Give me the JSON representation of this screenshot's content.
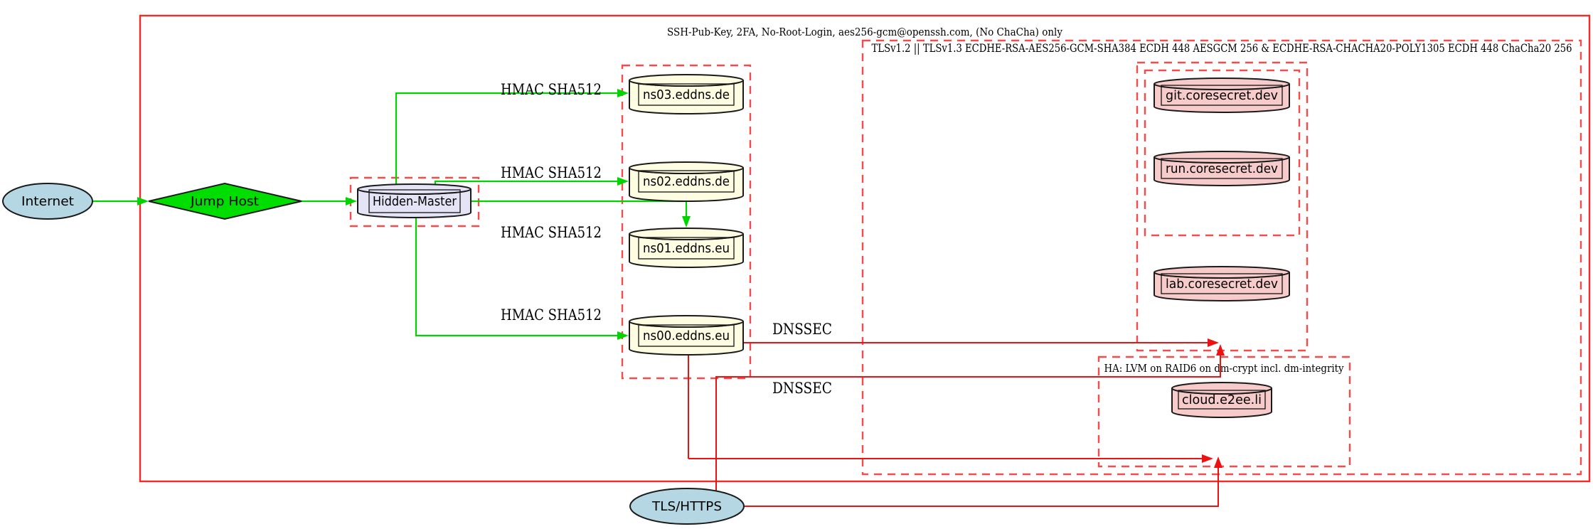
{
  "diagram": {
    "clusters": {
      "ssh": {
        "label": "SSH-Pub-Key, 2FA, No-Root-Login, aes256-gcm@openssh.com, (No ChaCha) only"
      },
      "tls": {
        "label": "TLSv1.2 || TLSv1.3 ECDHE-RSA-AES256-GCM-SHA384 ECDH 448 AESGCM 256 & ECDHE-RSA-CHACHA20-POLY1305 ECDH 448 ChaCha20 256"
      },
      "ha": {
        "label": "HA: LVM on RAID6 on dm-crypt incl. dm-integrity"
      }
    },
    "nodes": {
      "internet": {
        "label": "Internet",
        "shape": "ellipse"
      },
      "jump_host": {
        "label": "Jump Host",
        "shape": "diamond"
      },
      "hidden_master": {
        "label": "Hidden-Master",
        "shape": "cylinder"
      },
      "ns03": {
        "label": "ns03.eddns.de",
        "shape": "cylinder"
      },
      "ns02": {
        "label": "ns02.eddns.de",
        "shape": "cylinder"
      },
      "ns01": {
        "label": "ns01.eddns.eu",
        "shape": "cylinder"
      },
      "ns00": {
        "label": "ns00.eddns.eu",
        "shape": "cylinder"
      },
      "git": {
        "label": "git.coresecret.dev",
        "shape": "cylinder"
      },
      "run": {
        "label": "run.coresecret.dev",
        "shape": "cylinder"
      },
      "lab": {
        "label": "lab.coresecret.dev",
        "shape": "cylinder"
      },
      "cloud": {
        "label": "cloud.e2ee.li",
        "shape": "cylinder"
      },
      "tls_https": {
        "label": "TLS/HTTPS",
        "shape": "ellipse"
      }
    },
    "edge_labels": {
      "hmac": [
        "HMAC SHA512",
        "HMAC SHA512",
        "HMAC SHA512",
        "HMAC SHA512"
      ],
      "dnssec": [
        "DNSSEC",
        "DNSSEC"
      ]
    },
    "colors": {
      "frame_red": "#f32b2b",
      "cluster_red": "#f64b4b",
      "edge_red": "#ee1111",
      "edge_green": "#00d400",
      "node_blue": "#b4d7e3",
      "node_green": "#00dd00",
      "node_lavender": "#e4e4f6",
      "node_yellow": "#fffde1",
      "node_pink": "#f8cbcb"
    }
  }
}
